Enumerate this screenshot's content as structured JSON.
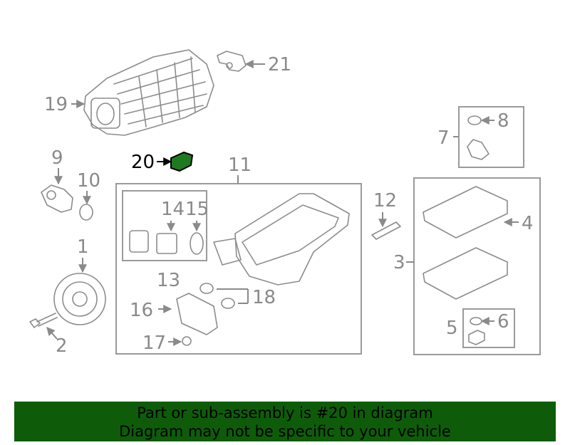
{
  "callouts": {
    "c1": "1",
    "c2": "2",
    "c3": "3",
    "c4": "4",
    "c5": "5",
    "c6": "6",
    "c7": "7",
    "c8": "8",
    "c9": "9",
    "c10": "10",
    "c11": "11",
    "c12": "12",
    "c13": "13",
    "c14": "14",
    "c15": "15",
    "c16": "16",
    "c17": "17",
    "c18": "18",
    "c19": "19",
    "c20": "20",
    "c21": "21"
  },
  "highlight": {
    "part_number": "20",
    "color": "#1f7a1f"
  },
  "banner": {
    "line1": "Part or sub-assembly is #20 in diagram",
    "line2": "Diagram may not be specific to your vehicle",
    "background": "#0e5c0a"
  }
}
